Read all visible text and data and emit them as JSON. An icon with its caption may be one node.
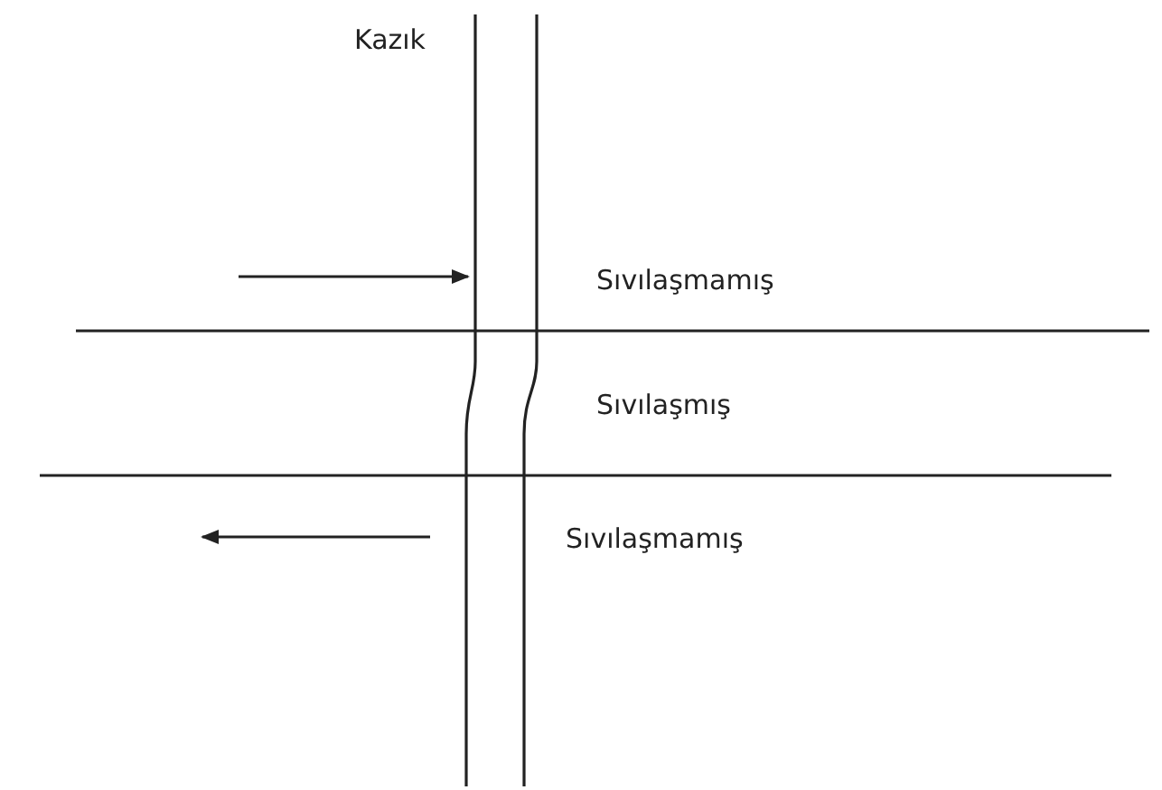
{
  "diagram": {
    "labels": [
      "Kazık",
      "Sıvılaşmamış",
      "Sıvılaşmış",
      "Sıvılaşmamış"
    ]
  }
}
